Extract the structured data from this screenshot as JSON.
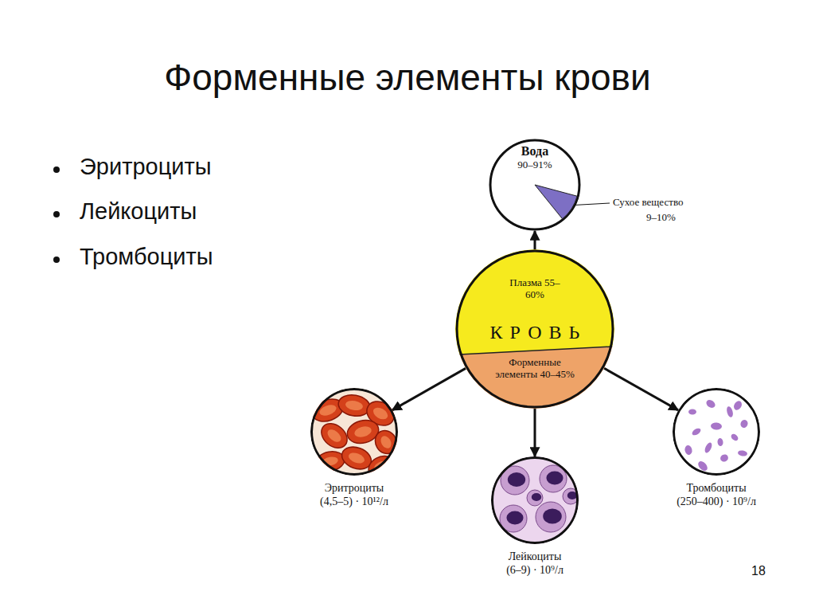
{
  "diagram": {
    "title": "Форменные элементы крови",
    "nodes": [
      {
        "text": [
          "Вода",
          "90–91%"
        ]
      },
      {
        "text": [
          "Плазма 55–60%",
          "КРОВЬ",
          "Форменные элементы 40–45%"
        ]
      },
      {
        "text": [
          "Эритроциты",
          "(4,5–5) · 10¹²/л"
        ]
      },
      {
        "text": [
          "Лейкоциты",
          "(6–9) · 10⁹/л"
        ]
      },
      {
        "text": [
          "Тромбоциты",
          "(250–400) · 10⁹/л"
        ]
      }
    ],
    "edges": [
      {
        "from": 1,
        "to": 0,
        "arrow": "to"
      },
      {
        "from": 1,
        "to": 2,
        "arrow": "to"
      },
      {
        "from": 1,
        "to": 3,
        "arrow": "to"
      },
      {
        "from": 1,
        "to": 4,
        "arrow": "to"
      }
    ],
    "labels": [
      "Эритроциты",
      "Лейкоциты",
      "Тромбоциты",
      "Сухое вещество",
      "9–10%",
      "18"
    ]
  }
}
